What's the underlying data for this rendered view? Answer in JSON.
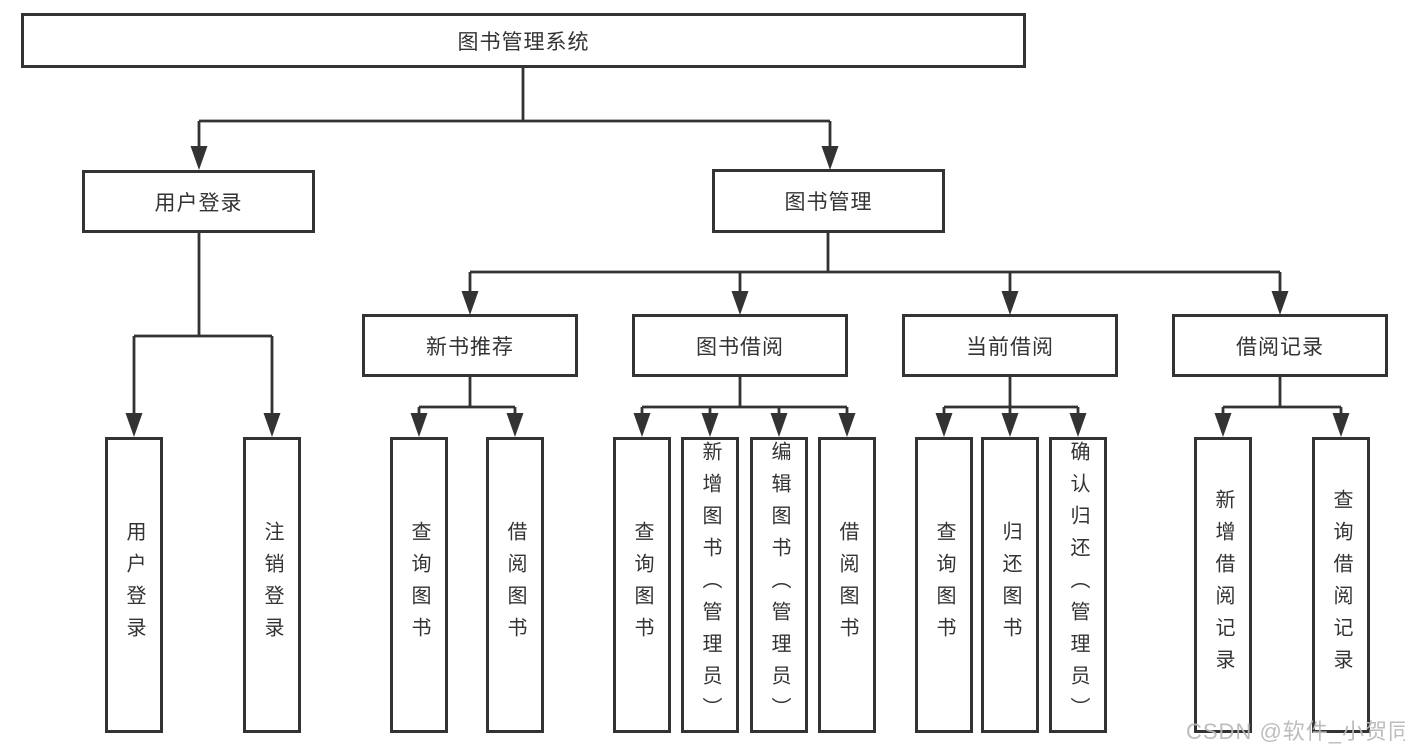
{
  "tree": {
    "root": "图书管理系统",
    "branches": [
      {
        "label": "用户登录",
        "leaves": [
          "用户登录",
          "注销登录"
        ]
      },
      {
        "label": "图书管理",
        "groups": [
          {
            "label": "新书推荐",
            "leaves": [
              "查询图书",
              "借阅图书"
            ]
          },
          {
            "label": "图书借阅",
            "leaves": [
              "查询图书",
              "新增图书（管理员）",
              "编辑图书（管理员）",
              "借阅图书"
            ]
          },
          {
            "label": "当前借阅",
            "leaves": [
              "查询图书",
              "归还图书",
              "确认归还（管理员）"
            ]
          },
          {
            "label": "借阅记录",
            "leaves": [
              "新增借阅记录",
              "查询借阅记录"
            ]
          }
        ]
      }
    ]
  },
  "watermark": "CSDN @软件_小贺同学",
  "colors": {
    "line": "#333333",
    "text": "#333333",
    "box_background": "#ffffff",
    "watermark": "#b9b9b9",
    "background": "#ffffff"
  }
}
